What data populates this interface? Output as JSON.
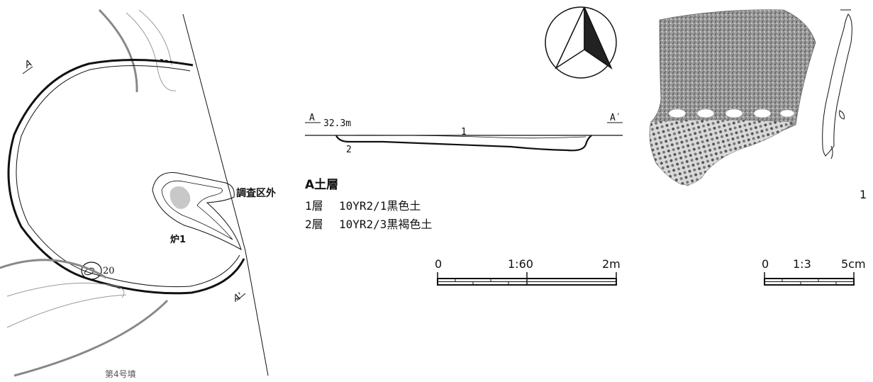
{
  "plan": {
    "section_marker_a": "A",
    "section_marker_a_prime": "A'",
    "outside_label": "調査区外",
    "hearth_label": "炉1",
    "pit_number": "20",
    "mound_label": "第4号墳"
  },
  "section": {
    "left_label": "A",
    "elevation": "32.3m",
    "right_label": "A′",
    "layer_1_number": "1",
    "layer_2_number": "2"
  },
  "legend": {
    "title": "A土層",
    "rows": [
      {
        "layer": "1層",
        "desc": "10YR2/1黒色土"
      },
      {
        "layer": "2層",
        "desc": "10YR2/3黒褐色土"
      }
    ]
  },
  "scale_main": {
    "start": "0",
    "ratio": "1:60",
    "end": "2m"
  },
  "scale_artifact": {
    "start": "0",
    "ratio": "1:3",
    "end": "5cm"
  },
  "artifact": {
    "number": "1"
  },
  "colors": {
    "line": "#111111",
    "gray_line": "#888888",
    "hearth_fill": "#c8c8c8",
    "north_fill": "#222222"
  }
}
